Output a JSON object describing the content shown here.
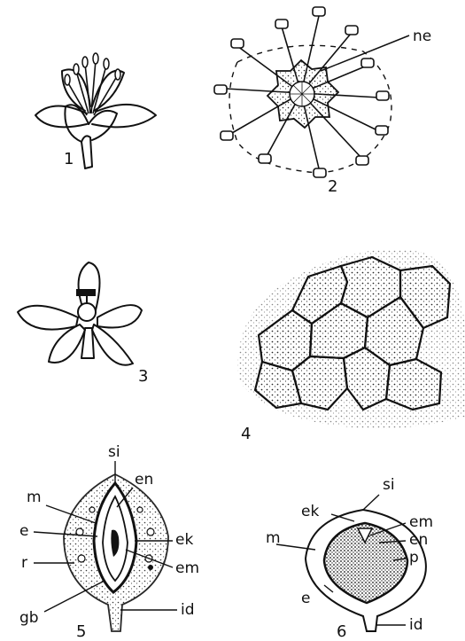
{
  "figure_numbers": [
    "1",
    "2",
    "3",
    "4",
    "5",
    "6"
  ],
  "fig2": {
    "labels": [
      "ne"
    ]
  },
  "fig5": {
    "labels": [
      "si",
      "en",
      "m",
      "e",
      "ek",
      "r",
      "em",
      "gb",
      "id"
    ]
  },
  "fig6": {
    "labels": [
      "si",
      "ek",
      "em",
      "m",
      "en",
      "p",
      "e",
      "id"
    ]
  },
  "colors": {
    "ink": "#111111",
    "paper": "#ffffff"
  }
}
